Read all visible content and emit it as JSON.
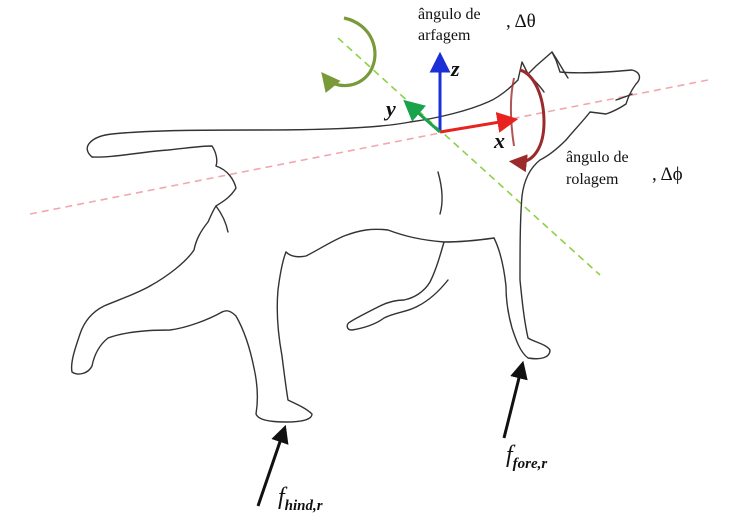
{
  "pitch_label": {
    "line1": "ângulo de",
    "line2": "arfagem",
    "symbol": ", Δθ"
  },
  "roll_label": {
    "line1": "ângulo de",
    "line2": "rolagem",
    "symbol": ", Δϕ"
  },
  "axes": {
    "x": "x",
    "y": "y",
    "z": "z"
  },
  "forces": {
    "hind": {
      "main": "f",
      "sub": "hind,r"
    },
    "fore": {
      "main": "f",
      "sub": "fore,r"
    }
  },
  "colors": {
    "x_axis": "#e8231f",
    "y_axis": "#1aa34a",
    "z_axis": "#1a2fd6",
    "pitch_arc": "#7a9a3a",
    "roll_arc": "#9b2b2b",
    "pitch_line": "#8fcf4a",
    "roll_line": "#f0a8b0",
    "outline": "#333333"
  }
}
